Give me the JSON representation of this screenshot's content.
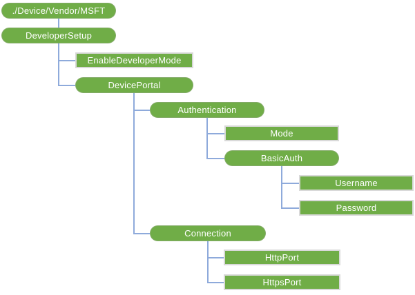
{
  "diagram": {
    "type": "tree",
    "colors": {
      "node_fill": "#70AD47",
      "node_text": "#FFFFFF",
      "connector": "#8EAADB",
      "rect_border": "#D9D9D9"
    },
    "nodes": [
      {
        "id": "root",
        "label": "./Device/Vendor/MSFT",
        "shape": "pill",
        "parent": null
      },
      {
        "id": "developer-setup",
        "label": "DeveloperSetup",
        "shape": "pill",
        "parent": "root"
      },
      {
        "id": "enable-developer-mode",
        "label": "EnableDeveloperMode",
        "shape": "rect",
        "parent": "developer-setup"
      },
      {
        "id": "device-portal",
        "label": "DevicePortal",
        "shape": "pill",
        "parent": "developer-setup"
      },
      {
        "id": "authentication",
        "label": "Authentication",
        "shape": "pill",
        "parent": "device-portal"
      },
      {
        "id": "mode",
        "label": "Mode",
        "shape": "rect",
        "parent": "authentication"
      },
      {
        "id": "basic-auth",
        "label": "BasicAuth",
        "shape": "pill",
        "parent": "authentication"
      },
      {
        "id": "username",
        "label": "Username",
        "shape": "rect",
        "parent": "basic-auth"
      },
      {
        "id": "password",
        "label": "Password",
        "shape": "rect",
        "parent": "basic-auth"
      },
      {
        "id": "connection",
        "label": "Connection",
        "shape": "pill",
        "parent": "device-portal"
      },
      {
        "id": "http-port",
        "label": "HttpPort",
        "shape": "rect",
        "parent": "connection"
      },
      {
        "id": "https-port",
        "label": "HttpsPort",
        "shape": "rect",
        "parent": "connection"
      }
    ]
  }
}
